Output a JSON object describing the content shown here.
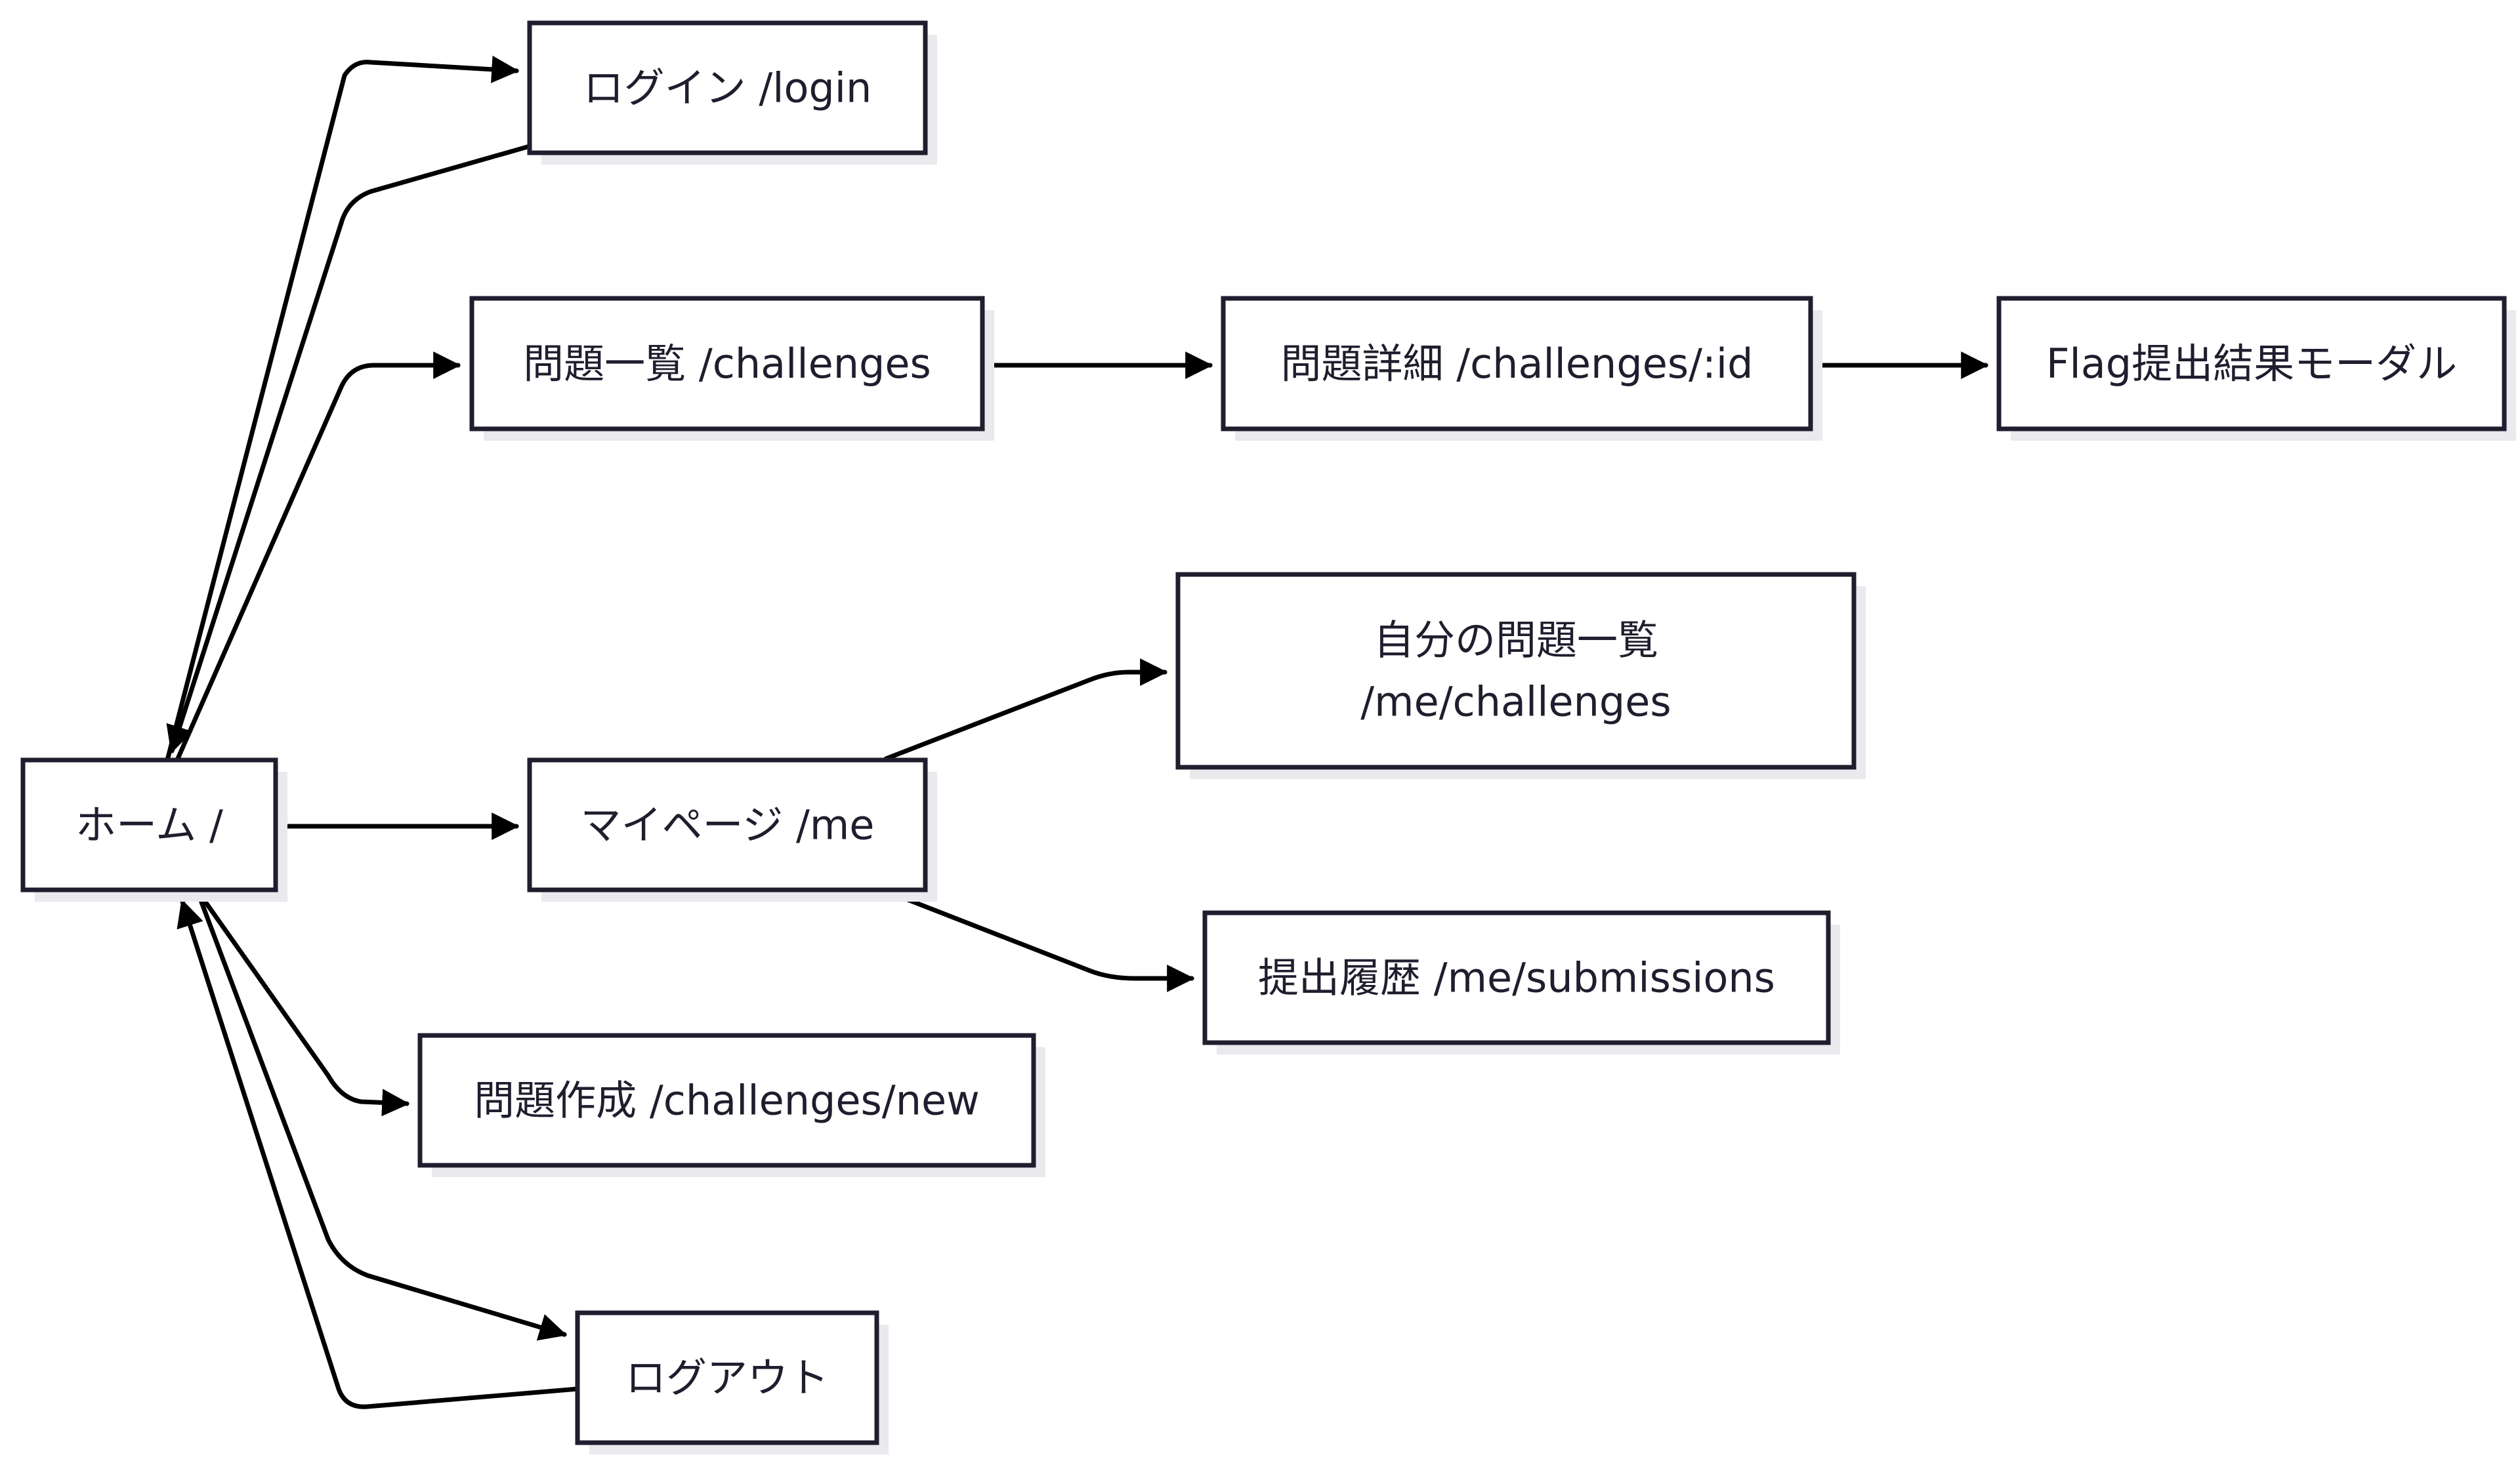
{
  "diagram": {
    "nodes": [
      {
        "id": "home",
        "lines": [
          "ホーム /"
        ]
      },
      {
        "id": "login",
        "lines": [
          "ログイン /login"
        ]
      },
      {
        "id": "challenges",
        "lines": [
          "問題一覧 /challenges"
        ]
      },
      {
        "id": "challenge_detail",
        "lines": [
          "問題詳細 /challenges/:id"
        ]
      },
      {
        "id": "flag_modal",
        "lines": [
          "Flag提出結果モーダル"
        ]
      },
      {
        "id": "my_challenges",
        "lines": [
          "自分の問題一覧",
          "/me/challenges"
        ]
      },
      {
        "id": "mypage",
        "lines": [
          "マイページ /me"
        ]
      },
      {
        "id": "submissions",
        "lines": [
          "提出履歴 /me/submissions"
        ]
      },
      {
        "id": "new_challenge",
        "lines": [
          "問題作成 /challenges/new"
        ]
      },
      {
        "id": "logout",
        "lines": [
          "ログアウト"
        ]
      }
    ],
    "edges": [
      {
        "from": "home",
        "to": "login"
      },
      {
        "from": "login",
        "to": "home"
      },
      {
        "from": "home",
        "to": "challenges"
      },
      {
        "from": "challenges",
        "to": "challenge_detail"
      },
      {
        "from": "challenge_detail",
        "to": "flag_modal"
      },
      {
        "from": "home",
        "to": "mypage"
      },
      {
        "from": "mypage",
        "to": "my_challenges"
      },
      {
        "from": "mypage",
        "to": "submissions"
      },
      {
        "from": "home",
        "to": "new_challenge"
      },
      {
        "from": "home",
        "to": "logout"
      },
      {
        "from": "logout",
        "to": "home"
      }
    ]
  }
}
